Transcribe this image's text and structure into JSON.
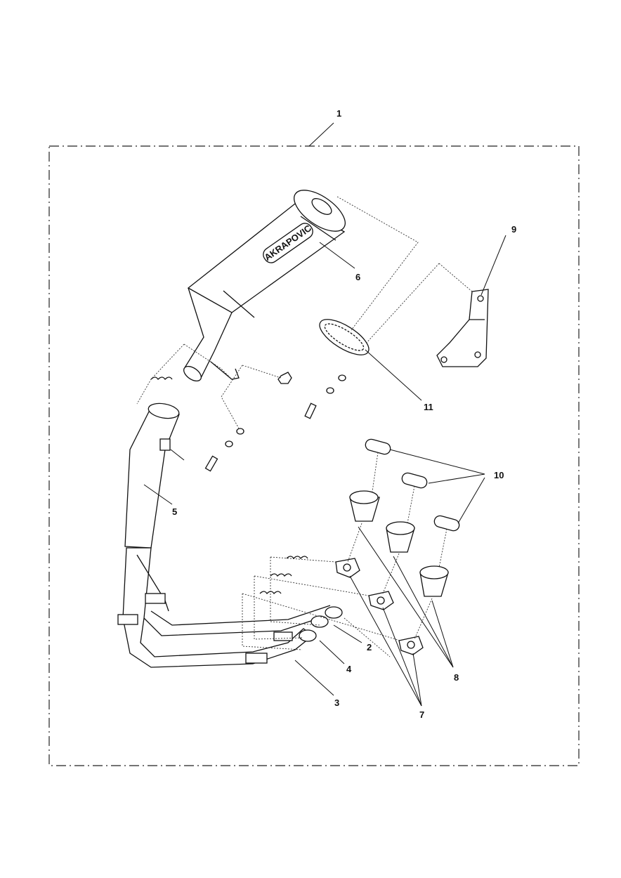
{
  "callouts": {
    "c1": "1",
    "c2": "2",
    "c3": "3",
    "c4": "4",
    "c5": "5",
    "c6": "6",
    "c7": "7",
    "c8": "8",
    "c9": "9",
    "c10": "10",
    "c11": "11"
  },
  "silencer_logo": "AKRAPOVIC",
  "colors": {
    "line": "#111111",
    "background": "#ffffff"
  }
}
